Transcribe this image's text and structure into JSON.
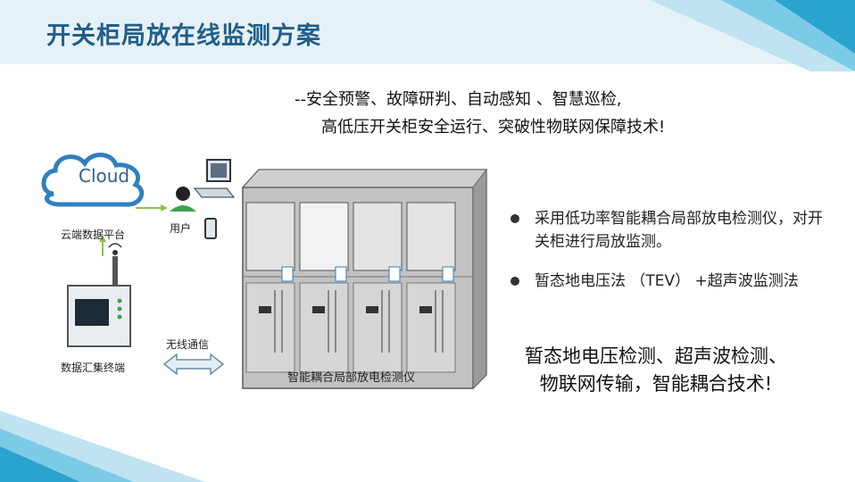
{
  "header": {
    "title": "开关柜局放在线监测方案"
  },
  "tagline": {
    "line1": "--安全预警、故障研判、自动感知 、智慧巡检,",
    "line2": "高低压开关柜安全运行、突破性物联网保障技术!"
  },
  "diagram": {
    "cloud_text": "Cloud",
    "cloud_platform_label": "云端数据平台",
    "user_label": "用户",
    "terminal_label": "数据汇集终端",
    "wireless_label": "无线通信",
    "device_label": "智能耦合局部放电检测仪"
  },
  "bullets": [
    {
      "text": "采用低功率智能耦合局部放电检测仪，对开关柜进行局放监测。"
    },
    {
      "text": "暂态地电压法 （TEV） +超声波监测法"
    }
  ],
  "summary": {
    "line1": "暂态地电压检测、超声波检测、",
    "line2": "物联网传输，智能耦合技术!"
  },
  "colors": {
    "title": "#1f5f8b",
    "accent": "#2aa3cf",
    "header_bg": "#e6f1f7"
  }
}
